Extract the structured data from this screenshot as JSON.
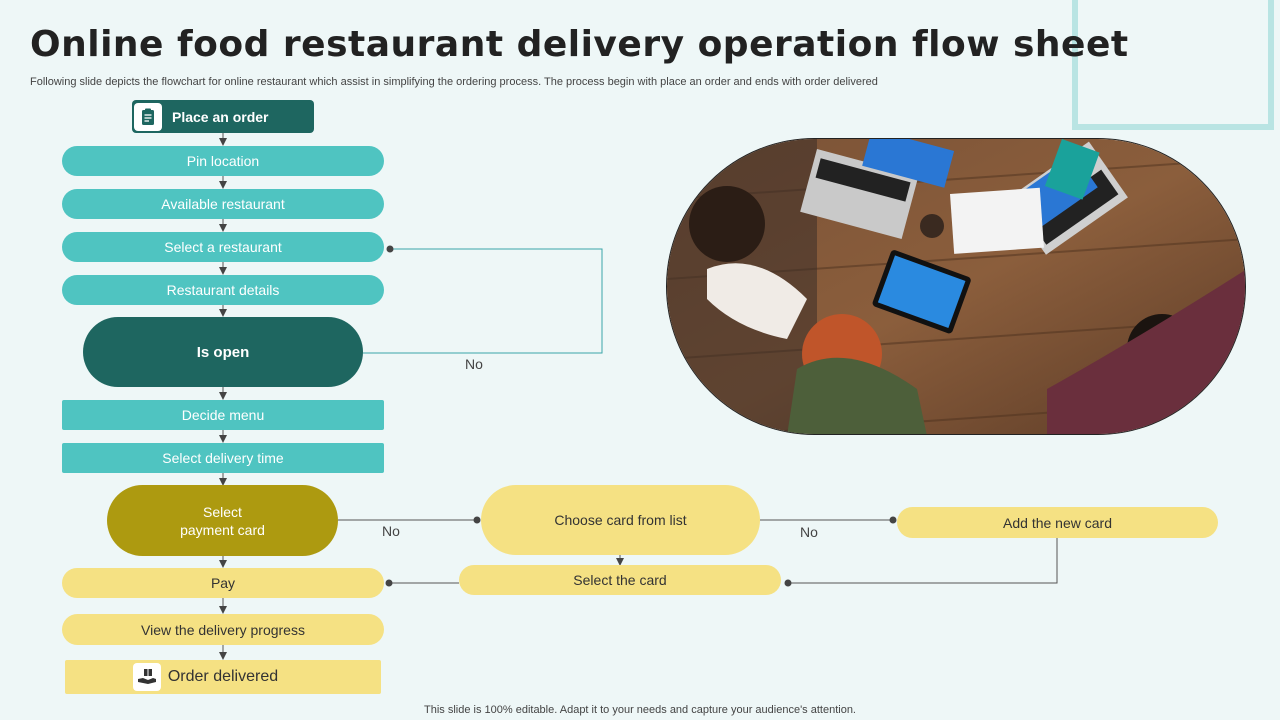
{
  "header": {
    "title": "Online food restaurant delivery operation flow sheet",
    "subtitle": "Following slide depicts the flowchart for online restaurant which assist in simplifying the ordering process. The process begin with place an order and ends with order delivered"
  },
  "flow": {
    "place_order": "Place an order",
    "pin_location": "Pin location",
    "available_restaurant": "Available  restaurant",
    "select_restaurant": "Select a restaurant",
    "restaurant_details": "Restaurant details",
    "is_open": "Is open",
    "decide_menu": "Decide menu",
    "select_delivery_time": "Select delivery time",
    "select_payment_card_1": "Select",
    "select_payment_card_2": "payment card",
    "choose_card": "Choose card from list",
    "add_new_card": "Add the new card",
    "select_card": "Select the card",
    "pay": "Pay",
    "view_progress": "View the delivery progress",
    "order_delivered": "Order delivered",
    "no_label_1": "No",
    "no_label_2": "No",
    "no_label_3": "No"
  },
  "footer": {
    "text": "This slide is 100% editable. Adapt it to your needs and capture your audience's attention."
  },
  "icons": {
    "place_order_icon": "clipboard-icon",
    "delivered_icon": "delivery-box-hand-icon"
  },
  "colors": {
    "teal": "#4fc4c1",
    "dark_teal": "#1e6660",
    "olive": "#ad9a10",
    "yellow": "#f5e183",
    "background": "#eef7f7"
  }
}
